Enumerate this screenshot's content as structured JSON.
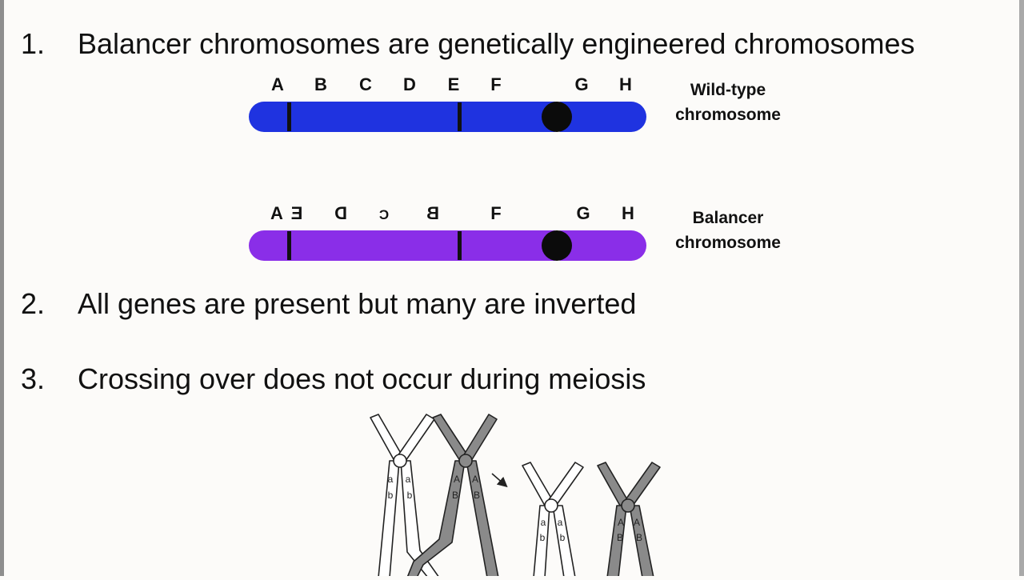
{
  "items": [
    {
      "number": "1.",
      "text": "Balancer chromosomes are genetically engineered chromosomes"
    },
    {
      "number": "2.",
      "text": "All genes are present but many are inverted"
    },
    {
      "number": "3.",
      "text": "Crossing over does not occur during meiosis"
    }
  ],
  "wild_type": {
    "genes": [
      "A",
      "B",
      "C",
      "D",
      "E",
      "F",
      "G",
      "H"
    ],
    "label_line1": "Wild-type",
    "label_line2": "chromosome",
    "color": "#1f33e0"
  },
  "balancer": {
    "genes": [
      "A",
      "E",
      "D",
      "C",
      "B",
      "F",
      "G",
      "H"
    ],
    "label_line1": "Balancer",
    "label_line2": "chromosome",
    "color": "#8a2ee8"
  },
  "meiosis_figure": {
    "allele_labels": [
      "a",
      "b",
      "a",
      "b",
      "A",
      "B",
      "A",
      "B",
      "a",
      "b",
      "a",
      "b",
      "A",
      "B",
      "A",
      "B"
    ],
    "colors": {
      "white": "#ffffff",
      "gray": "#8a8a8a",
      "stroke": "#222222"
    }
  }
}
